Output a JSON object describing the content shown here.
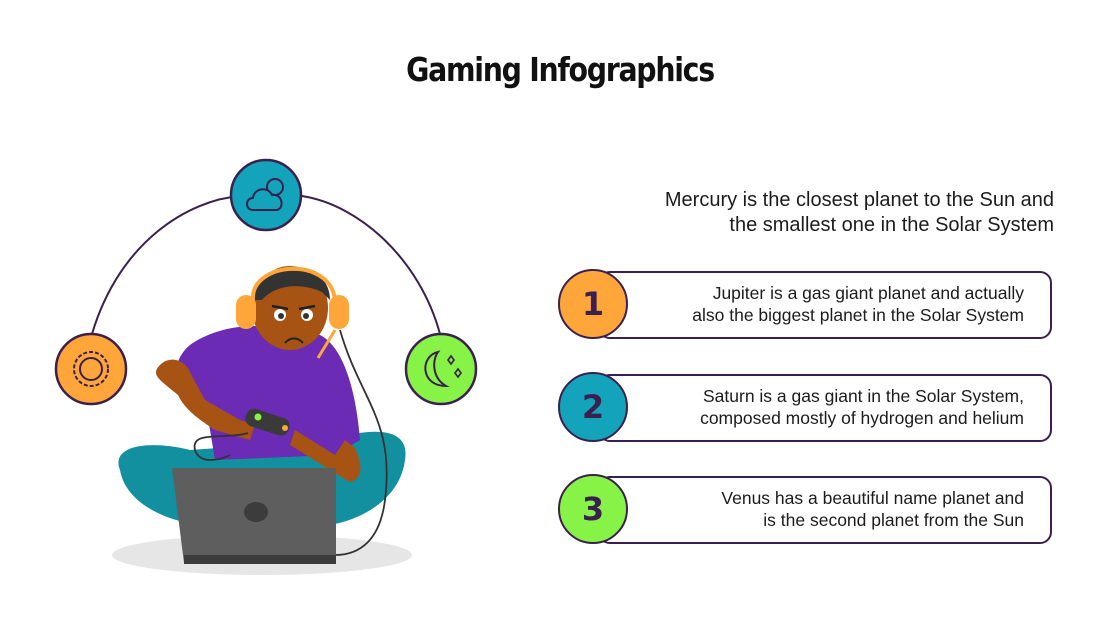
{
  "title": "Gaming Infographics",
  "intro": {
    "line1": "Mercury is the closest planet to the Sun and",
    "line2": "the smallest one in the Solar System"
  },
  "items": [
    {
      "number": "1",
      "color": "#FFA63A",
      "line1": "Jupiter is a gas giant planet and actually",
      "line2": "also the biggest planet in the Solar System"
    },
    {
      "number": "2",
      "color": "#13A3BA",
      "line1": "Saturn is a gas giant in the Solar System,",
      "line2": "composed mostly of hydrogen and helium"
    },
    {
      "number": "3",
      "color": "#87F346",
      "line1": "Venus has a beautiful name planet and",
      "line2": "is the second planet from the Sun"
    }
  ],
  "icons": {
    "top": {
      "name": "cloud-sun-icon",
      "color": "#13A3BA"
    },
    "left": {
      "name": "sun-icon",
      "color": "#FFA63A"
    },
    "right": {
      "name": "moon-stars-icon",
      "color": "#87F346"
    }
  },
  "colors": {
    "outline": "#3B1F4E",
    "shirt": "#6B2BB5",
    "skin": "#A65314",
    "pants": "#13909F",
    "laptop": "#5E5E5E",
    "headphones": "#FFA63A"
  }
}
